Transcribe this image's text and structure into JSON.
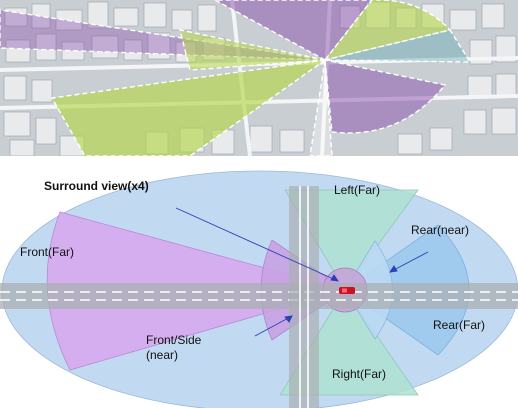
{
  "labels": {
    "surround": "Surround view(x4)",
    "left_far": "Left(Far)",
    "front_far": "Front(Far)",
    "rear_near": "Rear(near)",
    "front_side_line1": "Front/Side",
    "front_side_line2": "(near)",
    "rear_far": "Rear(Far)",
    "right_far": "Right(Far)"
  },
  "colors": {
    "ellipse": "#c2d9f2",
    "road": "#a9afb3",
    "front_far": "#d7a8ee",
    "side_far": "#aee1d1",
    "rear": "#9bc7ee",
    "near": "#c8a2e3",
    "car": "#cc1122",
    "pointer": "#2a3fb8",
    "sky_band": "#eef0f2"
  }
}
